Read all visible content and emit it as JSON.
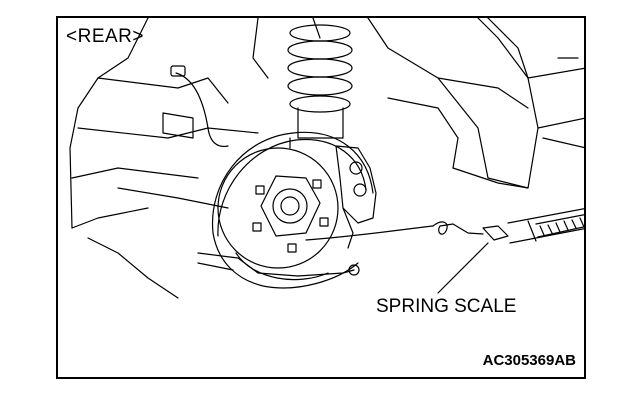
{
  "figure": {
    "view_label": "<REAR>",
    "callout_label": "SPRING SCALE",
    "figure_id": "AC305369AB"
  }
}
